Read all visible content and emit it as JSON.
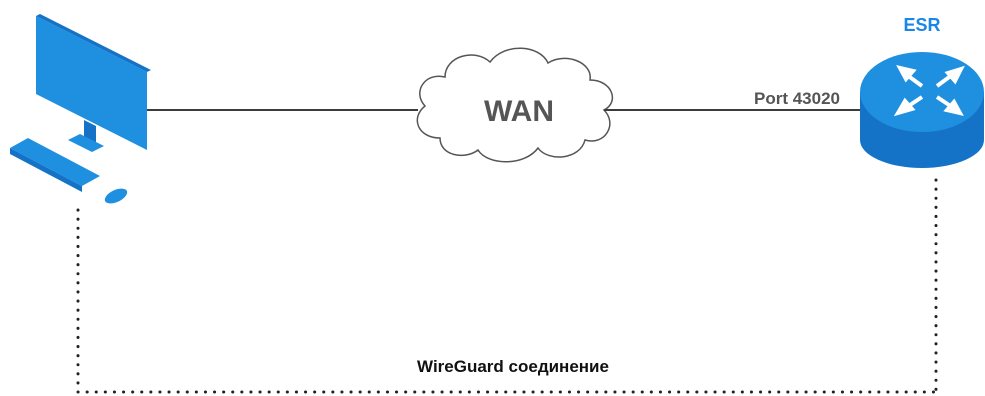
{
  "nodes": {
    "client": {
      "icon": "desktop-computer-icon"
    },
    "wan": {
      "label": "WAN",
      "icon": "cloud-icon"
    },
    "router": {
      "label": "ESR",
      "icon": "router-icon"
    }
  },
  "links": {
    "router_port_label": "Port 43020"
  },
  "tunnel": {
    "label": "WireGuard соединение"
  },
  "colors": {
    "device_blue": "#1f8fe0",
    "device_blue_dark": "#1573c7",
    "router_label": "#1a86e8",
    "line": "#3c3c3c",
    "text": "#555555",
    "tunnel_text": "#111111"
  }
}
